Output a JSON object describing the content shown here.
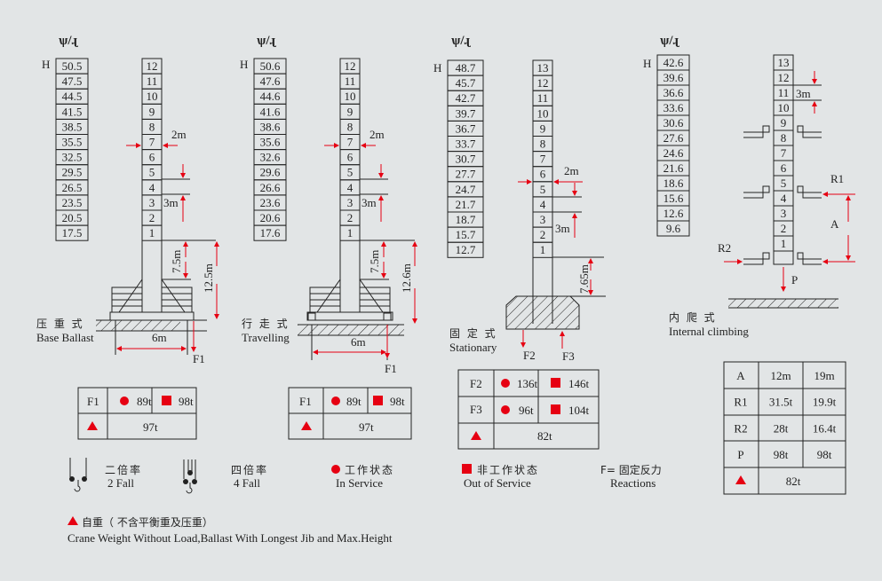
{
  "configs": [
    {
      "name": "base-ballast",
      "h_label": "H",
      "heights": [
        "50.5",
        "47.5",
        "44.5",
        "41.5",
        "38.5",
        "35.5",
        "32.5",
        "29.5",
        "26.5",
        "23.5",
        "20.5",
        "17.5"
      ],
      "sections": [
        "12",
        "11",
        "10",
        "9",
        "8",
        "7",
        "6",
        "5",
        "4",
        "3",
        "2",
        "1"
      ],
      "dims": {
        "width": "2m",
        "section": "3m",
        "lower": "7.5m",
        "total": "12.5m",
        "base": "6m",
        "force": "F1"
      },
      "label_cn": "压 重 式",
      "label_en": "Base Ballast"
    },
    {
      "name": "travelling",
      "h_label": "H",
      "heights": [
        "50.6",
        "47.6",
        "44.6",
        "41.6",
        "38.6",
        "35.6",
        "32.6",
        "29.6",
        "26.6",
        "23.6",
        "20.6",
        "17.6"
      ],
      "sections": [
        "12",
        "11",
        "10",
        "9",
        "8",
        "7",
        "6",
        "5",
        "4",
        "3",
        "2",
        "1"
      ],
      "dims": {
        "width": "2m",
        "section": "3m",
        "lower": "7.5m",
        "total": "12.6m",
        "base": "6m",
        "force": "F1"
      },
      "label_cn": "行 走 式",
      "label_en": "Travelling"
    },
    {
      "name": "stationary",
      "h_label": "H",
      "heights": [
        "48.7",
        "45.7",
        "42.7",
        "39.7",
        "36.7",
        "33.7",
        "30.7",
        "27.7",
        "24.7",
        "21.7",
        "18.7",
        "15.7",
        "12.7"
      ],
      "sections": [
        "13",
        "12",
        "11",
        "10",
        "9",
        "8",
        "7",
        "6",
        "5",
        "4",
        "3",
        "2",
        "1"
      ],
      "dims": {
        "width": "2m",
        "section": "3m",
        "lower": "7.65m",
        "force_a": "F2",
        "force_b": "F3"
      },
      "label_cn": "固 定 式",
      "label_en": "Stationary"
    },
    {
      "name": "internal-climbing",
      "h_label": "H",
      "heights": [
        "42.6",
        "39.6",
        "36.6",
        "33.6",
        "30.6",
        "27.6",
        "24.6",
        "21.6",
        "18.6",
        "15.6",
        "12.6",
        "9.6"
      ],
      "sections": [
        "13",
        "12",
        "11",
        "10",
        "9",
        "8",
        "7",
        "6",
        "5",
        "4",
        "3",
        "2",
        "1"
      ],
      "dims": {
        "section": "3m",
        "r1": "R1",
        "r2": "R2",
        "a": "A",
        "p": "P"
      },
      "label_cn": "内 爬 式",
      "label_en": "Internal climbing"
    }
  ],
  "tables": {
    "base_ballast": {
      "rows": [
        {
          "label": "F1",
          "in_service": "89t",
          "out_service": "98t"
        },
        {
          "label": "triangle",
          "self_weight": "97t"
        }
      ]
    },
    "travelling": {
      "rows": [
        {
          "label": "F1",
          "in_service": "89t",
          "out_service": "98t"
        },
        {
          "label": "triangle",
          "self_weight": "97t"
        }
      ]
    },
    "stationary": {
      "rows": [
        {
          "label": "F2",
          "in_service": "136t",
          "out_service": "146t"
        },
        {
          "label": "F3",
          "in_service": "96t",
          "out_service": "104t"
        },
        {
          "label": "triangle",
          "self_weight": "82t"
        }
      ]
    },
    "internal_climbing": {
      "rows": [
        {
          "label": "A",
          "c1": "12m",
          "c2": "19m"
        },
        {
          "label": "R1",
          "c1": "31.5t",
          "c2": "19.9t"
        },
        {
          "label": "R2",
          "c1": "28t",
          "c2": "16.4t"
        },
        {
          "label": "P",
          "c1": "98t",
          "c2": "98t"
        },
        {
          "label": "triangle",
          "self_weight": "82t"
        }
      ]
    }
  },
  "legend": {
    "two_fall_cn": "二倍率",
    "two_fall_en": "2 Fall",
    "four_fall_cn": "四倍率",
    "four_fall_en": "4 Fall",
    "in_service_cn": "工作状态",
    "in_service_en": "In Service",
    "out_service_cn": "非工作状态",
    "out_service_en": "Out of Service",
    "reactions_cn": "F=  固定反力",
    "reactions_en": "Reactions"
  },
  "footnote": {
    "cn": "自重（ 不含平衡重及压重）",
    "en": "Crane Weight Without Load,Ballast With Longest Jib and Max.Height"
  },
  "colors": {
    "accent": "#e60012",
    "background": "#e2e5e6",
    "line": "#222222"
  }
}
